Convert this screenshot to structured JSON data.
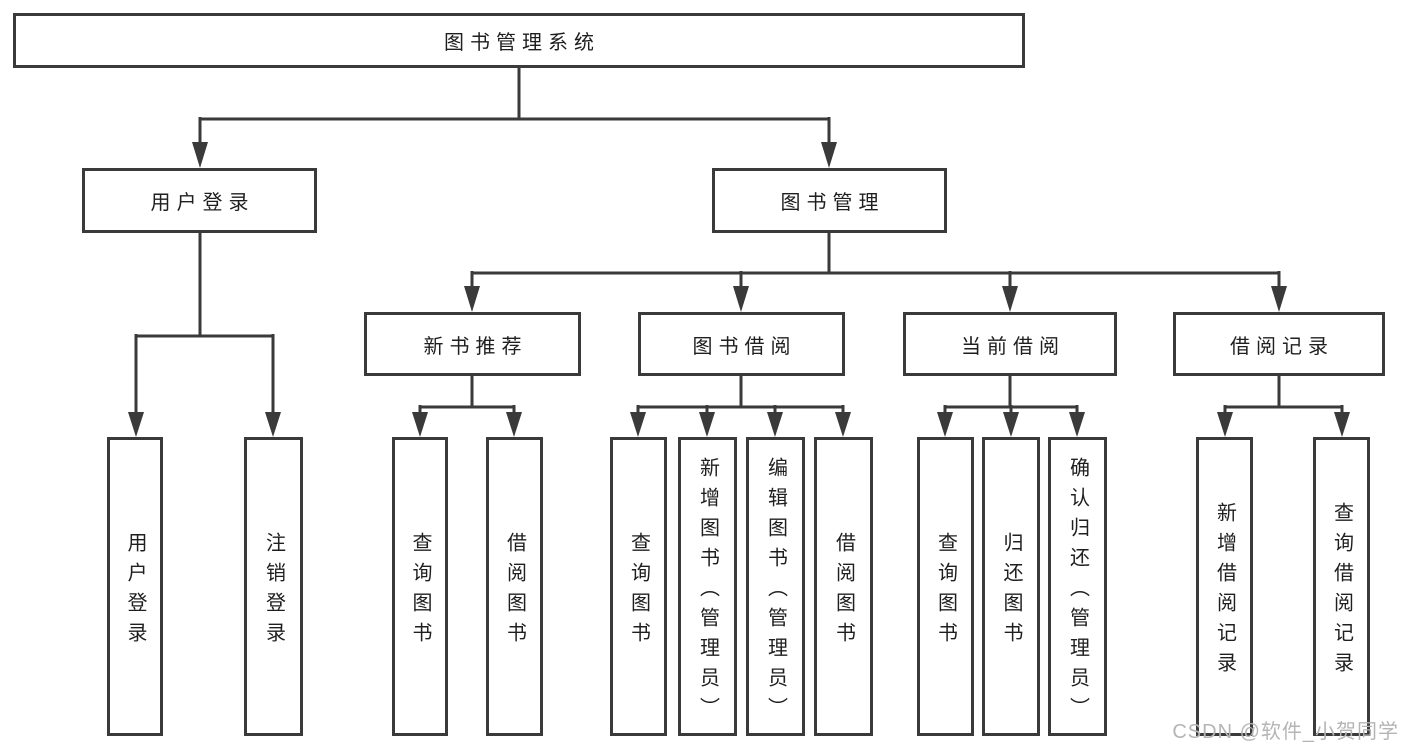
{
  "diagram": {
    "tree": {
      "label": "图书管理系统",
      "children": [
        {
          "label": "用户登录",
          "children": [
            {
              "label": "用户登录"
            },
            {
              "label": "注销登录"
            }
          ]
        },
        {
          "label": "图书管理",
          "children": [
            {
              "label": "新书推荐",
              "children": [
                {
                  "label": "查询图书"
                },
                {
                  "label": "借阅图书"
                }
              ]
            },
            {
              "label": "图书借阅",
              "children": [
                {
                  "label": "查询图书"
                },
                {
                  "label": "新增图书（管理员）"
                },
                {
                  "label": "编辑图书（管理员）"
                },
                {
                  "label": "借阅图书"
                }
              ]
            },
            {
              "label": "当前借阅",
              "children": [
                {
                  "label": "查询图书"
                },
                {
                  "label": "归还图书"
                },
                {
                  "label": "确认归还（管理员）"
                }
              ]
            },
            {
              "label": "借阅记录",
              "children": [
                {
                  "label": "新增借阅记录"
                },
                {
                  "label": "查询借阅记录"
                }
              ]
            }
          ]
        }
      ]
    }
  },
  "watermark": {
    "text": "CSDN @软件_小贺同学"
  },
  "colors": {
    "line": "#3a3a3a",
    "text": "#1f1f1f",
    "box_background": "#ffffff",
    "page_background": "#ffffff",
    "watermark": "#b5b5b5"
  }
}
